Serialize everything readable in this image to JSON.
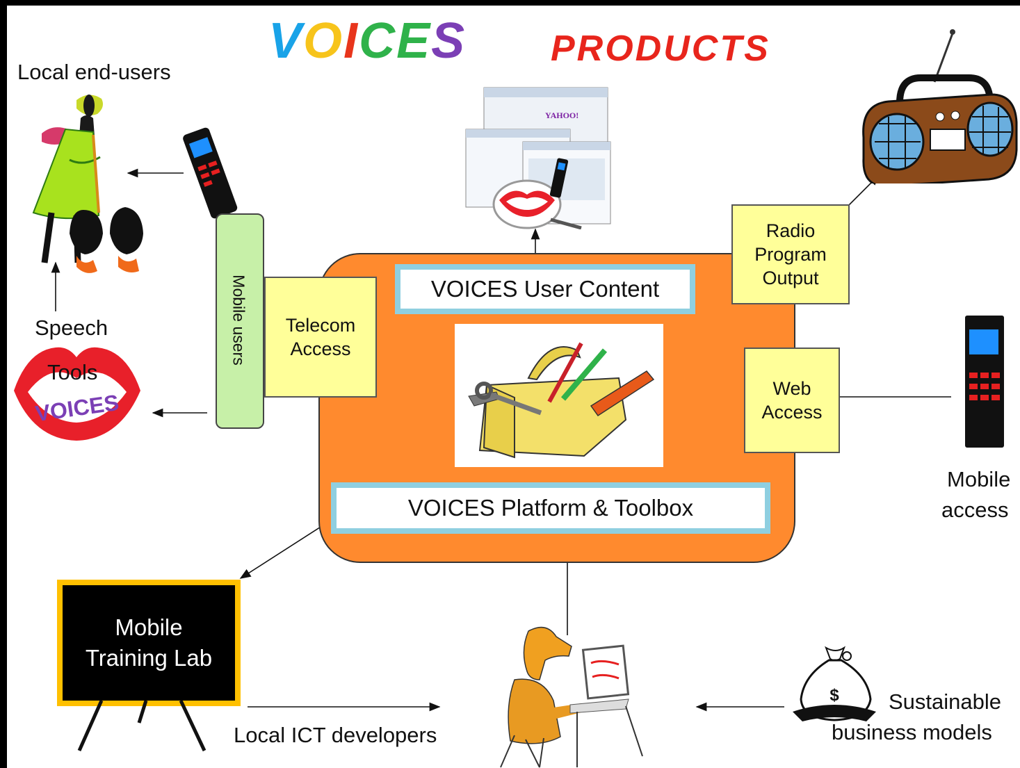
{
  "title": {
    "word1_letters": [
      "V",
      "O",
      "I",
      "C",
      "E",
      "S"
    ],
    "word1_colors": [
      "#19a3e8",
      "#f7c41b",
      "#e8351c",
      "#2fb24a",
      "#2fb24a",
      "#7b3fb5"
    ],
    "word2": "PRODUCTS",
    "word2_color": "#e8251c"
  },
  "labels": {
    "local_end_users": "Local end-users",
    "speech": "Speech",
    "tools": "Tools",
    "mobile_users": "Mobile users",
    "telecom_access": [
      "Telecom",
      "Access"
    ],
    "user_content": "VOICES User Content",
    "platform_toolbox": "VOICES Platform & Toolbox",
    "radio_output": [
      "Radio",
      "Program",
      "Output"
    ],
    "web_access": [
      "Web",
      "Access"
    ],
    "mobile_access": [
      "Mobile",
      "access"
    ],
    "training_lab": [
      "Mobile",
      "Training Lab"
    ],
    "local_ict_developers": "Local ICT developers",
    "sustainable": "Sustainable",
    "business_models": "business models",
    "lips_logo_text": "VOICES",
    "money_symbol": "$",
    "browser_logo": "YAHOO!"
  },
  "colors": {
    "core_fill": "#ff8a2e",
    "note_fill": "#ffff99",
    "content_border": "#8fcfe0",
    "mobile_bar_fill": "#c7f0a8",
    "blackboard_frame": "#ffc000",
    "lips_red": "#e8202a"
  },
  "icons": [
    "mobile-phone-icon",
    "radio-icon",
    "toolbox-icon",
    "browser-screens-icon",
    "lips-logo-icon",
    "woman-cooking-icon",
    "developer-at-computer-icon",
    "money-bag-icon",
    "blackboard-icon"
  ]
}
